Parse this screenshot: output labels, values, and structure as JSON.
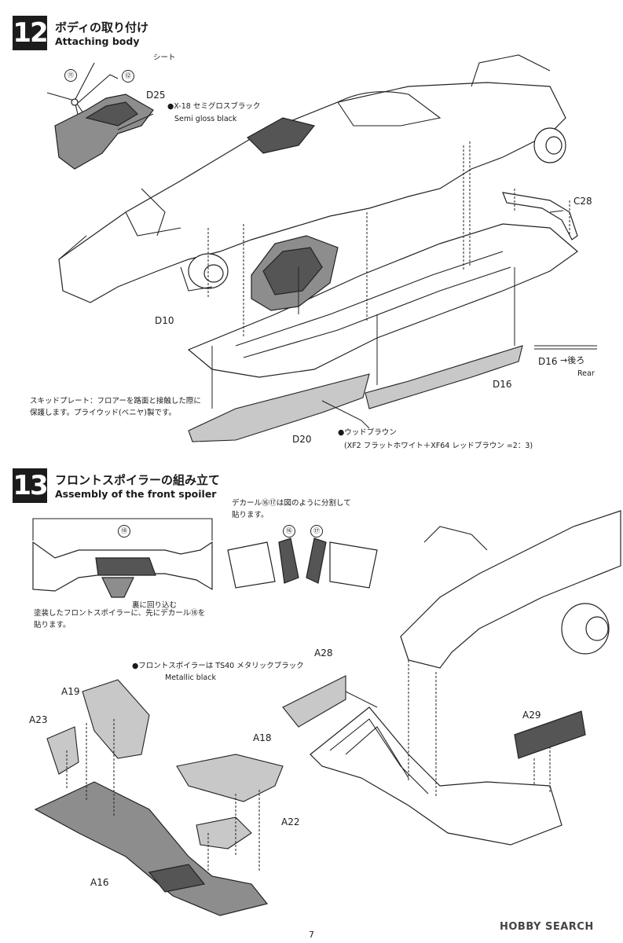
{
  "step12": {
    "number": "12",
    "title_jp": "ボディの取り付け",
    "title_en": "Attaching body",
    "labels": {
      "seat_jp": "シート",
      "part11": "⑪",
      "part12": "⑫",
      "d25": "D25",
      "paint_x18": "●X-18 セミグロスブラック",
      "paint_x18_en": "Semi gloss black",
      "c28": "C28",
      "d10": "D10",
      "d16a": "D16",
      "d16b": "D16",
      "rear_jp": "→後ろ",
      "rear_en": "Rear",
      "d20": "D20",
      "skid_note_1": "スキッドプレート：フロアーを路面と接触した際に",
      "skid_note_2": "保護します。プライウッド(ベニヤ)製です。",
      "wood_1": "●ウッドブラウン",
      "wood_2": "(XF2 フラットホワイト＋XF64 レッドブラウン =2：3)"
    }
  },
  "step13": {
    "number": "13",
    "title_jp": "フロントスポイラーの組み立て",
    "title_en": "Assembly of the front spoiler",
    "labels": {
      "decal_note_1": "デカール⑯⑰は図のように分割して",
      "decal_note_2": "貼ります。",
      "decal16": "⑯",
      "decal17": "⑰",
      "decal18": "⑱",
      "wrap_jp": "裏に回り込む",
      "painted_note_1": "塗装したフロントスポイラーに、先にデカール⑱を",
      "painted_note_2": "貼ります。",
      "paint_ts40": "●フロントスポイラーは TS40 メタリックブラック",
      "paint_ts40_en": "Metallic black",
      "a19": "A19",
      "a23": "A23",
      "a18": "A18",
      "a22": "A22",
      "a16": "A16",
      "a28": "A28",
      "a29": "A29"
    }
  },
  "footer": {
    "page_number": "7",
    "watermark": "HOBBY SEARCH"
  }
}
